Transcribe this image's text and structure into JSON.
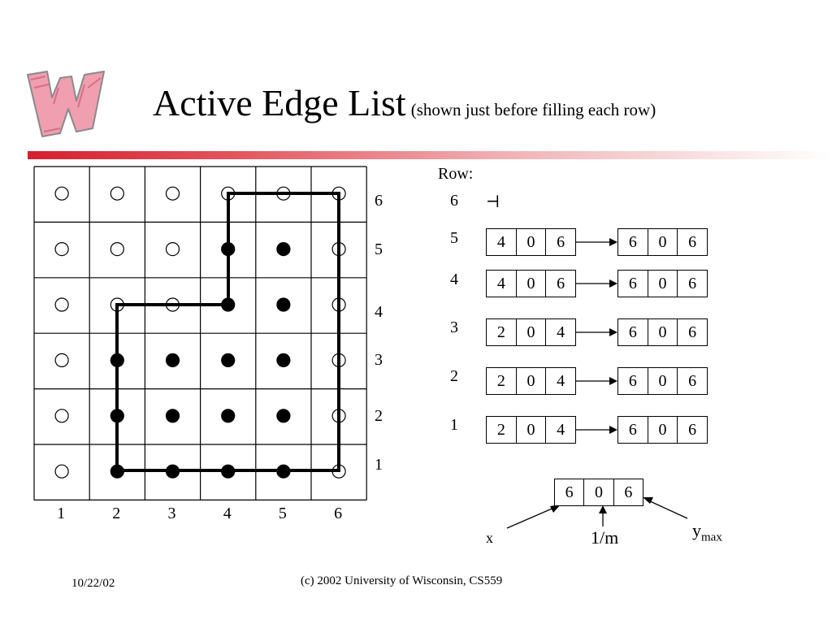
{
  "title": {
    "main": "Active Edge List",
    "sub": "(shown just before filling each row)"
  },
  "grid": {
    "columns": [
      "1",
      "2",
      "3",
      "4",
      "5",
      "6"
    ],
    "rows": [
      "6",
      "5",
      "4",
      "3",
      "2",
      "1"
    ],
    "filled": [
      [
        false,
        false,
        false,
        false,
        false,
        false
      ],
      [
        false,
        false,
        false,
        true,
        true,
        false
      ],
      [
        false,
        false,
        false,
        true,
        true,
        false
      ],
      [
        false,
        true,
        true,
        true,
        true,
        false
      ],
      [
        false,
        true,
        true,
        true,
        true,
        false
      ],
      [
        false,
        true,
        true,
        true,
        true,
        false
      ]
    ]
  },
  "edge_list": {
    "header": "Row:",
    "null_symbol": "⊣",
    "rows": [
      {
        "row": "6",
        "entries": []
      },
      {
        "row": "5",
        "entries": [
          [
            "4",
            "0",
            "6"
          ],
          [
            "6",
            "0",
            "6"
          ]
        ]
      },
      {
        "row": "4",
        "entries": [
          [
            "4",
            "0",
            "6"
          ],
          [
            "6",
            "0",
            "6"
          ]
        ]
      },
      {
        "row": "3",
        "entries": [
          [
            "2",
            "0",
            "4"
          ],
          [
            "6",
            "0",
            "6"
          ]
        ]
      },
      {
        "row": "2",
        "entries": [
          [
            "2",
            "0",
            "4"
          ],
          [
            "6",
            "0",
            "6"
          ]
        ]
      },
      {
        "row": "1",
        "entries": [
          [
            "2",
            "0",
            "4"
          ],
          [
            "6",
            "0",
            "6"
          ]
        ]
      }
    ]
  },
  "legend": {
    "entry": [
      "6",
      "0",
      "6"
    ],
    "x_label": "x",
    "m_label": "1/m",
    "y_label": "y",
    "y_sub": "max"
  },
  "footer": {
    "date": "10/22/02",
    "copyright": "(c) 2002 University of Wisconsin, CS559"
  },
  "colors": {
    "accent": "#d61f2e",
    "logo": "#e88a9a"
  },
  "icons": {
    "logo": "wisconsin-w-logo-icon"
  }
}
